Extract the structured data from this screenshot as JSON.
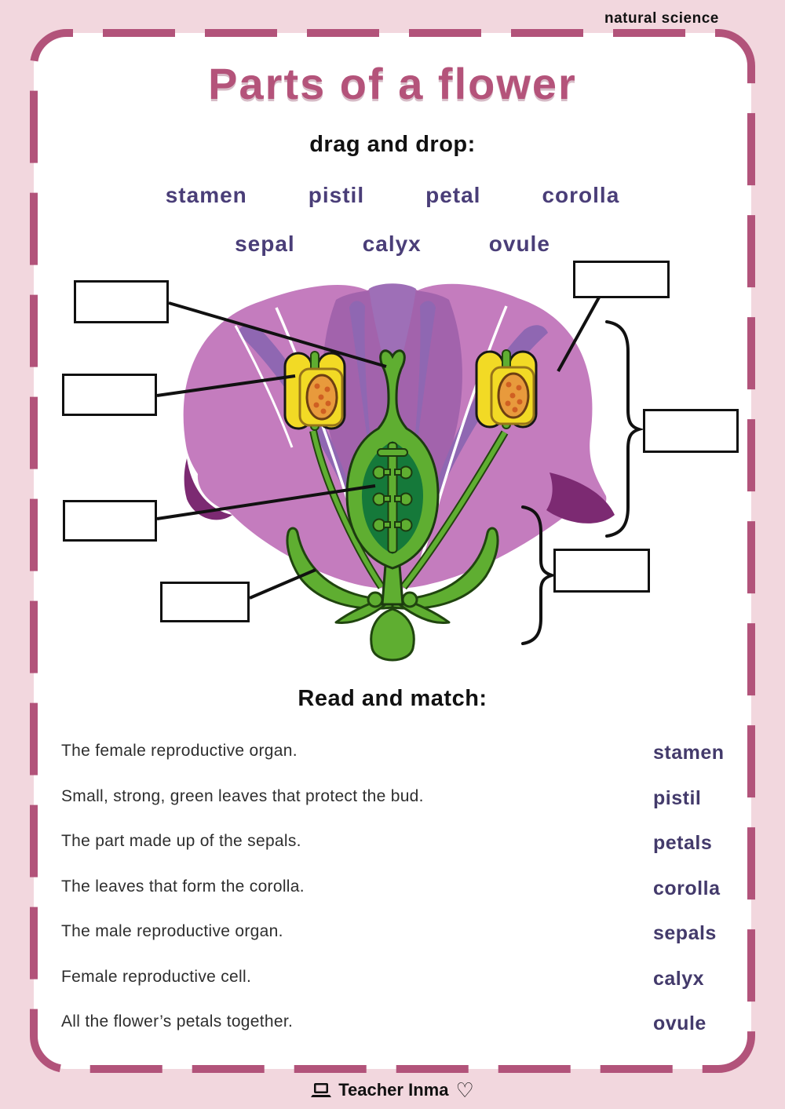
{
  "header": {
    "corner_label": "natural science"
  },
  "title": "Parts of a flower",
  "drag_section": {
    "heading": "drag and drop:",
    "words": [
      "stamen",
      "pistil",
      "petal",
      "corolla",
      "sepal",
      "calyx",
      "ovule"
    ]
  },
  "match_section": {
    "heading": "Read and match:",
    "items": [
      {
        "description": "The female reproductive organ.",
        "word": "stamen"
      },
      {
        "description": "Small, strong, green leaves that protect the bud.",
        "word": "pistil"
      },
      {
        "description": "The part made up of the sepals.",
        "word": "petals"
      },
      {
        "description": "The leaves that form the corolla.",
        "word": "corolla"
      },
      {
        "description": "The male reproductive organ.",
        "word": "sepals"
      },
      {
        "description": "Female reproductive cell.",
        "word": "calyx"
      },
      {
        "description": "All the flower’s petals together.",
        "word": "ovule"
      }
    ]
  },
  "footer": {
    "credit": "Teacher Inma",
    "heart": "♡"
  },
  "colors": {
    "page_background": "#f2d7de",
    "card_background": "#ffffff",
    "border_dash": "#b2537a",
    "title": "#b4537a",
    "word_purple": "#4a3e78",
    "match_word_purple": "#433a6b",
    "petal": "#c47cbe",
    "petal_shade": "#8f67b2",
    "petal_fold": "#7c2a72",
    "leaf_green": "#5fae31",
    "ovary_green": "#15793a",
    "anther_yellow": "#f2da25",
    "pollen_orange": "#e89a3c"
  }
}
